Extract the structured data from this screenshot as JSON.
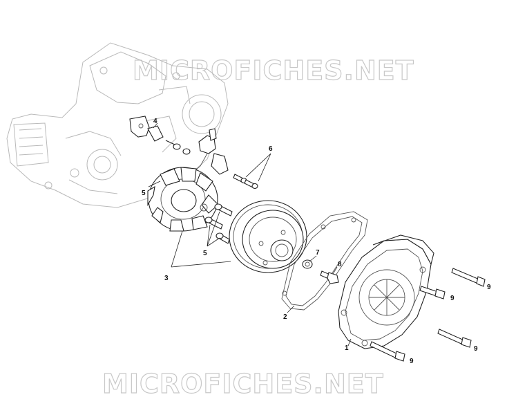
{
  "watermark": {
    "top": "MICROFICHES.NET",
    "bottom": "MICROFICHES.NET"
  },
  "callouts": {
    "c1": "1",
    "c2": "2",
    "c3": "3",
    "c4": "4",
    "c5a": "5",
    "c5b": "5",
    "c6": "6",
    "c7": "7",
    "c8": "8",
    "c9a": "9",
    "c9b": "9",
    "c9c": "9",
    "c9d": "9"
  },
  "colors": {
    "line": "#222222",
    "ghost": "#b9b9b9",
    "watermark": "#c8c8c8"
  }
}
